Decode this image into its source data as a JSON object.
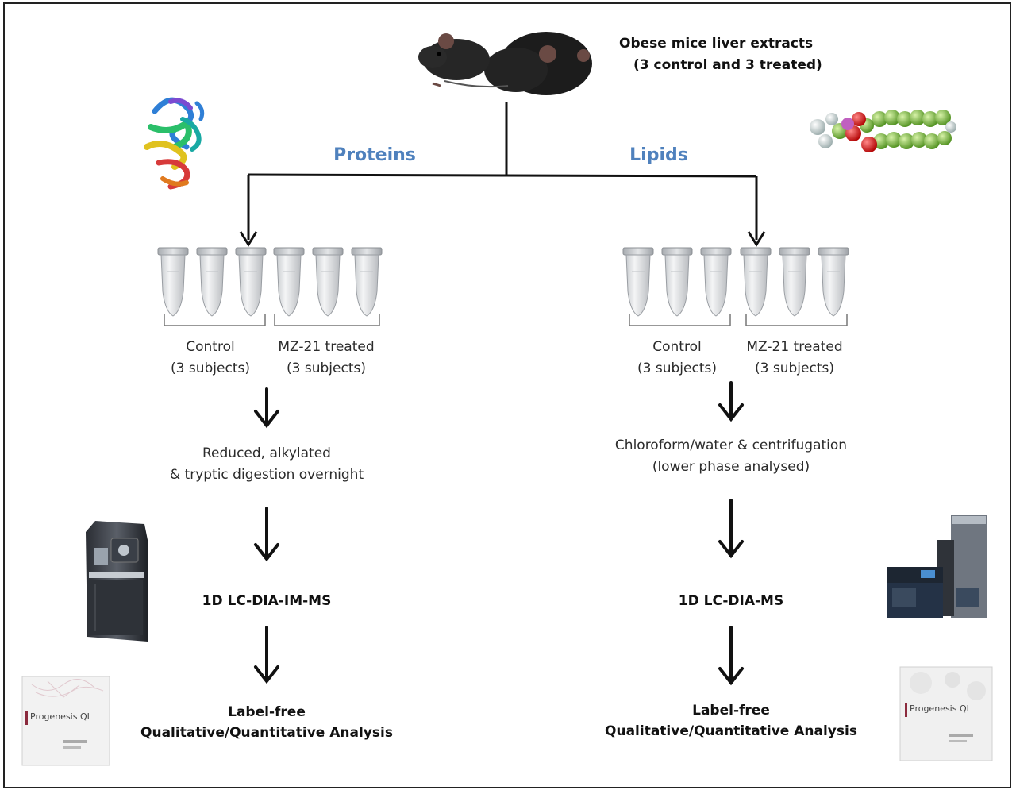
{
  "header": {
    "line1": "Obese mice liver extracts",
    "line2": "(3 control and 3 treated)"
  },
  "branches": {
    "proteins": "Proteins",
    "lipids": "Lipids"
  },
  "left": {
    "group1_line1": "Control",
    "group1_line2": "(3 subjects)",
    "group2_line1": "MZ-21 treated",
    "group2_line2": "(3 subjects)",
    "step1_line1": "Reduced, alkylated",
    "step1_line2": "& tryptic digestion overnight",
    "step2": "1D LC-DIA-IM-MS",
    "step3_line1": "Label-free",
    "step3_line2": "Qualitative/Quantitative Analysis"
  },
  "right": {
    "group1_line1": "Control",
    "group1_line2": "(3 subjects)",
    "group2_line1": "MZ-21 treated",
    "group2_line2": "(3 subjects)",
    "step1_line1": "Chloroform/water & centrifugation",
    "step1_line2": "(lower phase analysed)",
    "step2": "1D LC-DIA-MS",
    "step3_line1": "Label-free",
    "step3_line2": "Qualitative/Quantitative Analysis"
  },
  "software": {
    "name": "Progenesis QI"
  },
  "colors": {
    "branch_label": "#4f81bd",
    "arrow": "#111111"
  },
  "icons": [
    "mouse-icon",
    "protein-structure-icon",
    "lipid-molecule-icon",
    "mass-spectrometer-icon",
    "lc-system-icon",
    "software-box-icon",
    "tube-icon"
  ]
}
